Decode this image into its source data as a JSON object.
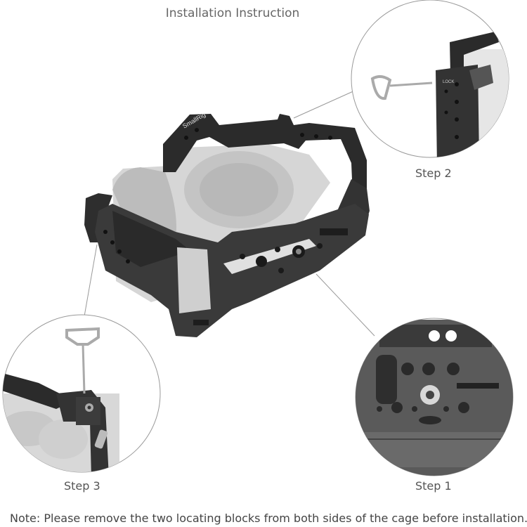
{
  "title": "Installation Instruction",
  "steps": {
    "step1": "Step 1",
    "step2": "Step 2",
    "step3": "Step 3"
  },
  "brand": "SmallRig",
  "lock_label": "LOCK",
  "note": "Note: Please remove the two locating blocks from both sides of the cage before installation."
}
